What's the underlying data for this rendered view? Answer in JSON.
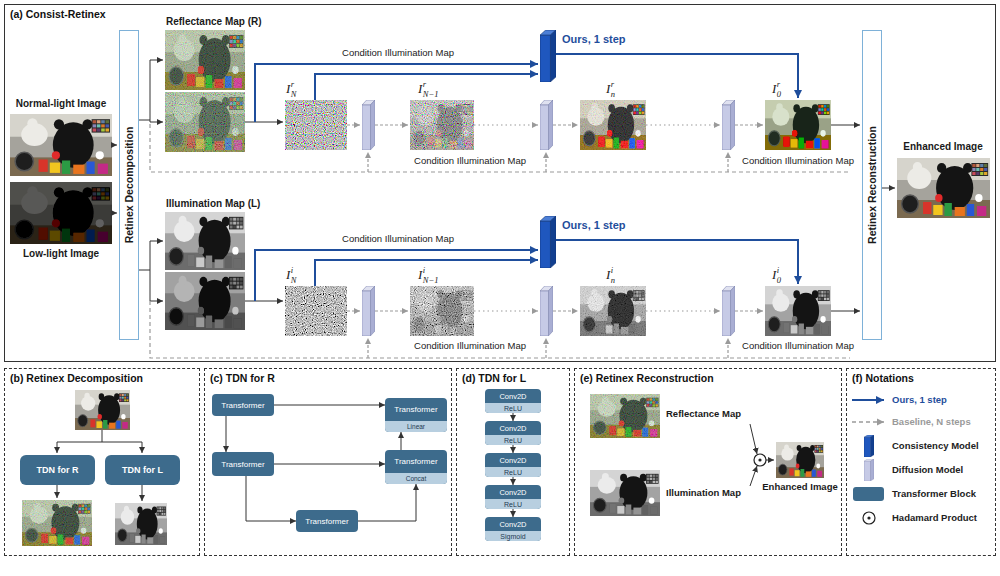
{
  "diagram": {
    "nodes": [
      {
        "text": [
          "(a) Consist-Retinex"
        ]
      },
      {
        "text": [
          "Retinex Decomposition"
        ],
        "in": 0
      },
      {
        "text": [
          "Retinex Reconstruction"
        ],
        "in": 0
      },
      {
        "text": [
          "(b) Retinex Decomposition"
        ]
      },
      {
        "text": [
          "TDN for R"
        ],
        "in": 3
      },
      {
        "text": [
          "TDN for L"
        ],
        "in": 3
      },
      {
        "text": [
          "(c) TDN for R"
        ]
      },
      {
        "text": [
          "Transformer"
        ],
        "in": 6
      },
      {
        "text": [
          "Transformer",
          "Linear"
        ],
        "in": 6
      },
      {
        "text": [
          "Transformer"
        ],
        "in": 6
      },
      {
        "text": [
          "Transformer",
          "Concat"
        ],
        "in": 6
      },
      {
        "text": [
          "Transformer"
        ],
        "in": 6
      },
      {
        "text": [
          "(d) TDN for L"
        ]
      },
      {
        "text": [
          "Conv2D",
          "ReLU"
        ],
        "in": 12
      },
      {
        "text": [
          "Conv2D",
          "ReLU"
        ],
        "in": 12
      },
      {
        "text": [
          "Conv2D",
          "ReLU"
        ],
        "in": 12
      },
      {
        "text": [
          "Conv2D",
          "ReLU"
        ],
        "in": 12
      },
      {
        "text": [
          "Conv2D",
          "Sigmoid"
        ],
        "in": 12
      },
      {
        "text": [
          "(e) Retinex Reconstruction"
        ]
      },
      {
        "text": [
          "(f) Notations"
        ]
      }
    ],
    "edges": [
      {
        "from": 7,
        "to": 9,
        "arrow": "to"
      },
      {
        "from": 7,
        "to": 8,
        "arrow": "to"
      },
      {
        "from": 9,
        "to": 10,
        "arrow": "to"
      },
      {
        "from": 9,
        "to": 11,
        "arrow": "to"
      },
      {
        "from": 11,
        "to": 10,
        "arrow": "to"
      },
      {
        "from": 10,
        "to": 8,
        "arrow": "to"
      },
      {
        "from": 13,
        "to": 14,
        "arrow": "to"
      },
      {
        "from": 14,
        "to": 15,
        "arrow": "to"
      },
      {
        "from": 15,
        "to": 16,
        "arrow": "to"
      },
      {
        "from": 16,
        "to": 17,
        "arrow": "to"
      }
    ],
    "labels": [
      "Normal-light Image",
      "Low-light Image",
      "Reflectance Map (R)",
      "Illumination Map (L)",
      "Condition Illumination Map",
      "Ours, 1 step",
      "Condition Illumination Map",
      "Condition Illumination Map",
      "Condition Illumination Map",
      "Ours, 1 step",
      "Condition Illumination Map",
      "Condition Illumination Map",
      "Enhanced Image",
      "I",
      "N",
      "r",
      "I",
      "N−1",
      "r",
      "I",
      "n",
      "r",
      "I",
      "0",
      "r",
      "I",
      "N",
      "i",
      "I",
      "N−1",
      "i",
      "I",
      "n",
      "i",
      "I",
      "0",
      "i",
      "Reflectance Map",
      "Illumination Map",
      "Enhanced Image"
    ],
    "legend": [
      {
        "text": "Ours, 1 step"
      },
      {
        "text": "Baseline, N steps"
      },
      {
        "text": "Consistency Model"
      },
      {
        "text": "Diffusion Model"
      },
      {
        "text": "Transformer Block",
        "color": "#3d6b8c"
      },
      {
        "text": "Hadamard Product"
      }
    ]
  }
}
